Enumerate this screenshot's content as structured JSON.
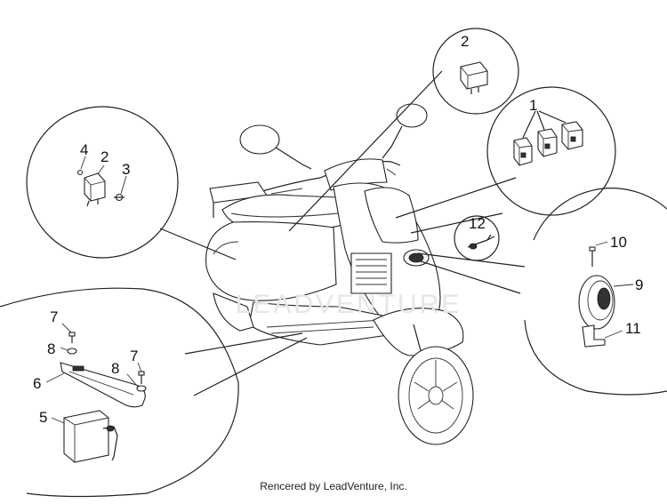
{
  "callouts": {
    "c1": "1",
    "c2a": "2",
    "c2b": "2",
    "c3": "3",
    "c4": "4",
    "c5": "5",
    "c6": "6",
    "c7a": "7",
    "c7b": "7",
    "c8a": "8",
    "c8b": "8",
    "c9": "9",
    "c10": "10",
    "c11": "11",
    "c12": "12"
  },
  "watermark": "LEADVENTURE",
  "footer": "Rencered by LeadVenture, Inc."
}
